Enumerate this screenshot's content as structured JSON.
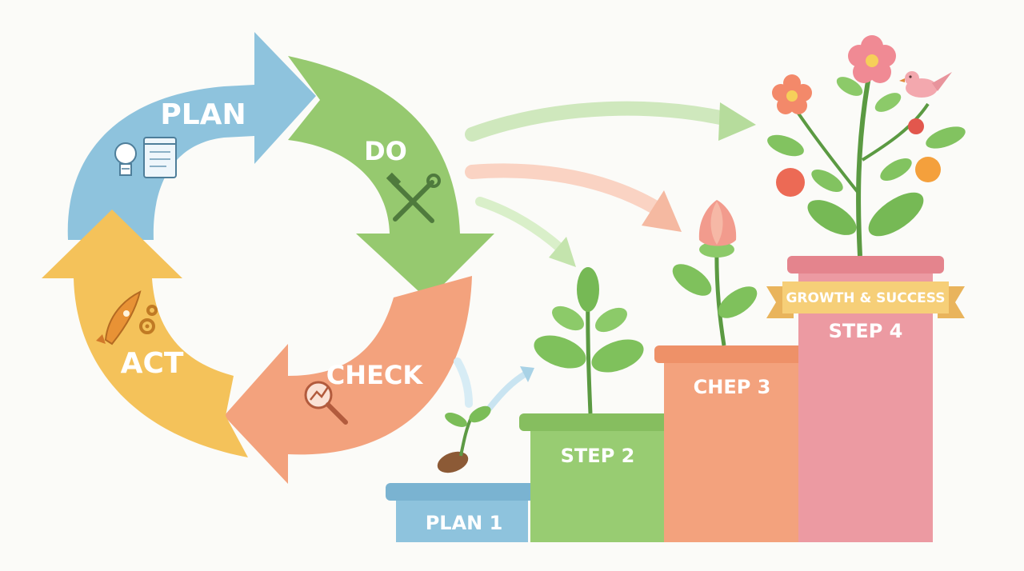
{
  "cycle": {
    "plan": "PLAN",
    "do": "DO",
    "check": "CHECK",
    "act": "ACT"
  },
  "steps": {
    "step1": "PLAN 1",
    "step2": "STEP 2",
    "step3": "CHEP 3",
    "step4": "STEP 4",
    "banner": "GROWTH & SUCCESS"
  },
  "colors": {
    "plan": "#8ec3dd",
    "do": "#96c96f",
    "check": "#f3a27d",
    "act": "#f4c25a",
    "step1": "#8ec3dd",
    "step2": "#98cc72",
    "step3": "#f3a27d",
    "step4": "#ec9aa2",
    "banner": "#f6cf78"
  },
  "icons": {
    "plan": [
      "lightbulb-icon",
      "notepad-icon"
    ],
    "do": [
      "tools-icon"
    ],
    "check": [
      "magnifier-chart-icon"
    ],
    "act": [
      "rocket-icon",
      "gears-icon"
    ]
  }
}
